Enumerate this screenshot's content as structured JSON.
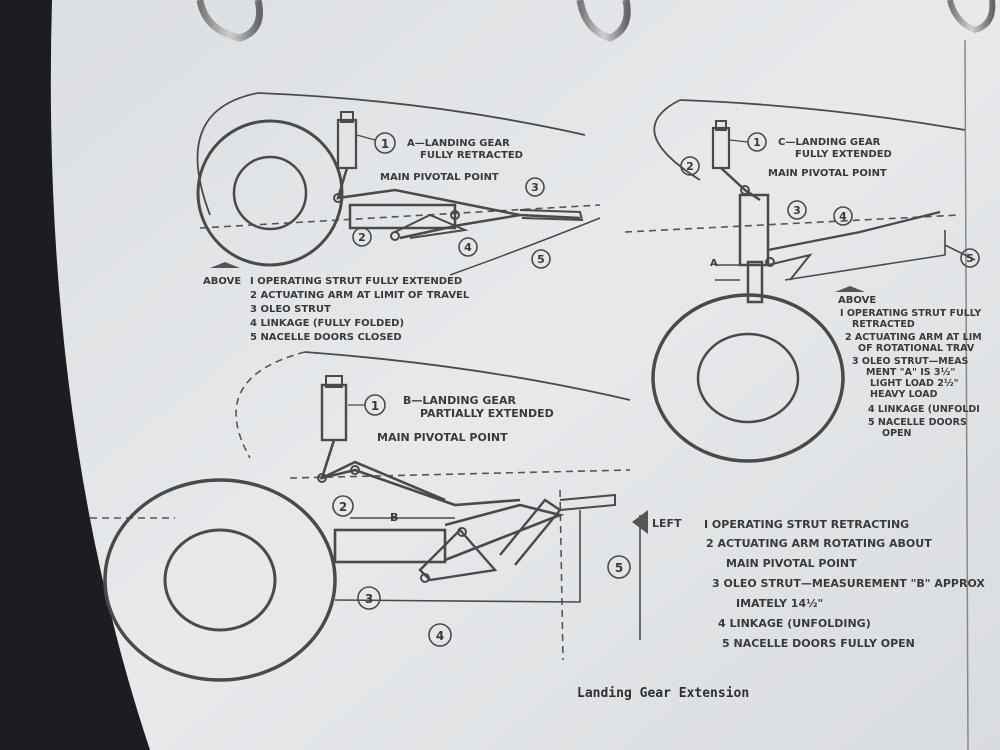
{
  "diagram": {
    "caption": "Landing Gear Extension",
    "panel_a": {
      "title_line1": "A—LANDING GEAR",
      "title_line2": "FULLY RETRACTED",
      "pivot_label": "MAIN PIVOTAL POINT",
      "callouts": [
        "1",
        "2",
        "3",
        "4",
        "5"
      ],
      "legend_arrow": "ABOVE",
      "legend": [
        "I OPERATING STRUT FULLY EXTENDED",
        "2 ACTUATING ARM AT LIMIT OF TRAVEL",
        "3 OLEO STRUT",
        "4 LINKAGE (FULLY FOLDED)",
        "5 NACELLE DOORS CLOSED"
      ]
    },
    "panel_b": {
      "title_line1": "B—LANDING GEAR",
      "title_line2": "PARTIALLY EXTENDED",
      "pivot_label": "MAIN PIVOTAL POINT",
      "measure_label": "B",
      "callouts": [
        "1",
        "2",
        "3",
        "4",
        "5"
      ],
      "legend_arrow": "LEFT",
      "legend": [
        "I OPERATING STRUT RETRACTING",
        "2 ACTUATING ARM ROTATING ABOUT",
        "MAIN PIVOTAL POINT",
        "3 OLEO STRUT—MEASUREMENT \"B\" APPROX",
        "IMATELY 14½\"",
        "4 LINKAGE (UNFOLDING)",
        "5 NACELLE DOORS FULLY OPEN"
      ]
    },
    "panel_c": {
      "title_line1": "C—LANDING GEAR",
      "title_line2": "FULLY EXTENDED",
      "pivot_label": "MAIN PIVOTAL POINT",
      "measure_label": "A",
      "callouts": [
        "1",
        "2",
        "3",
        "4",
        "5"
      ],
      "legend_arrow": "ABOVE",
      "legend": [
        "I OPERATING STRUT FULLY",
        "RETRACTED",
        "2 ACTUATING ARM AT LIM",
        "OF ROTATIONAL TRAV",
        "3 OLEO STRUT—MEAS",
        "MENT \"A\" IS 3½\"",
        "LIGHT LOAD 2½\"",
        "HEAVY LOAD",
        "4 LINKAGE (UNFOLDI",
        "5 NACELLE DOORS",
        "OPEN"
      ]
    }
  }
}
